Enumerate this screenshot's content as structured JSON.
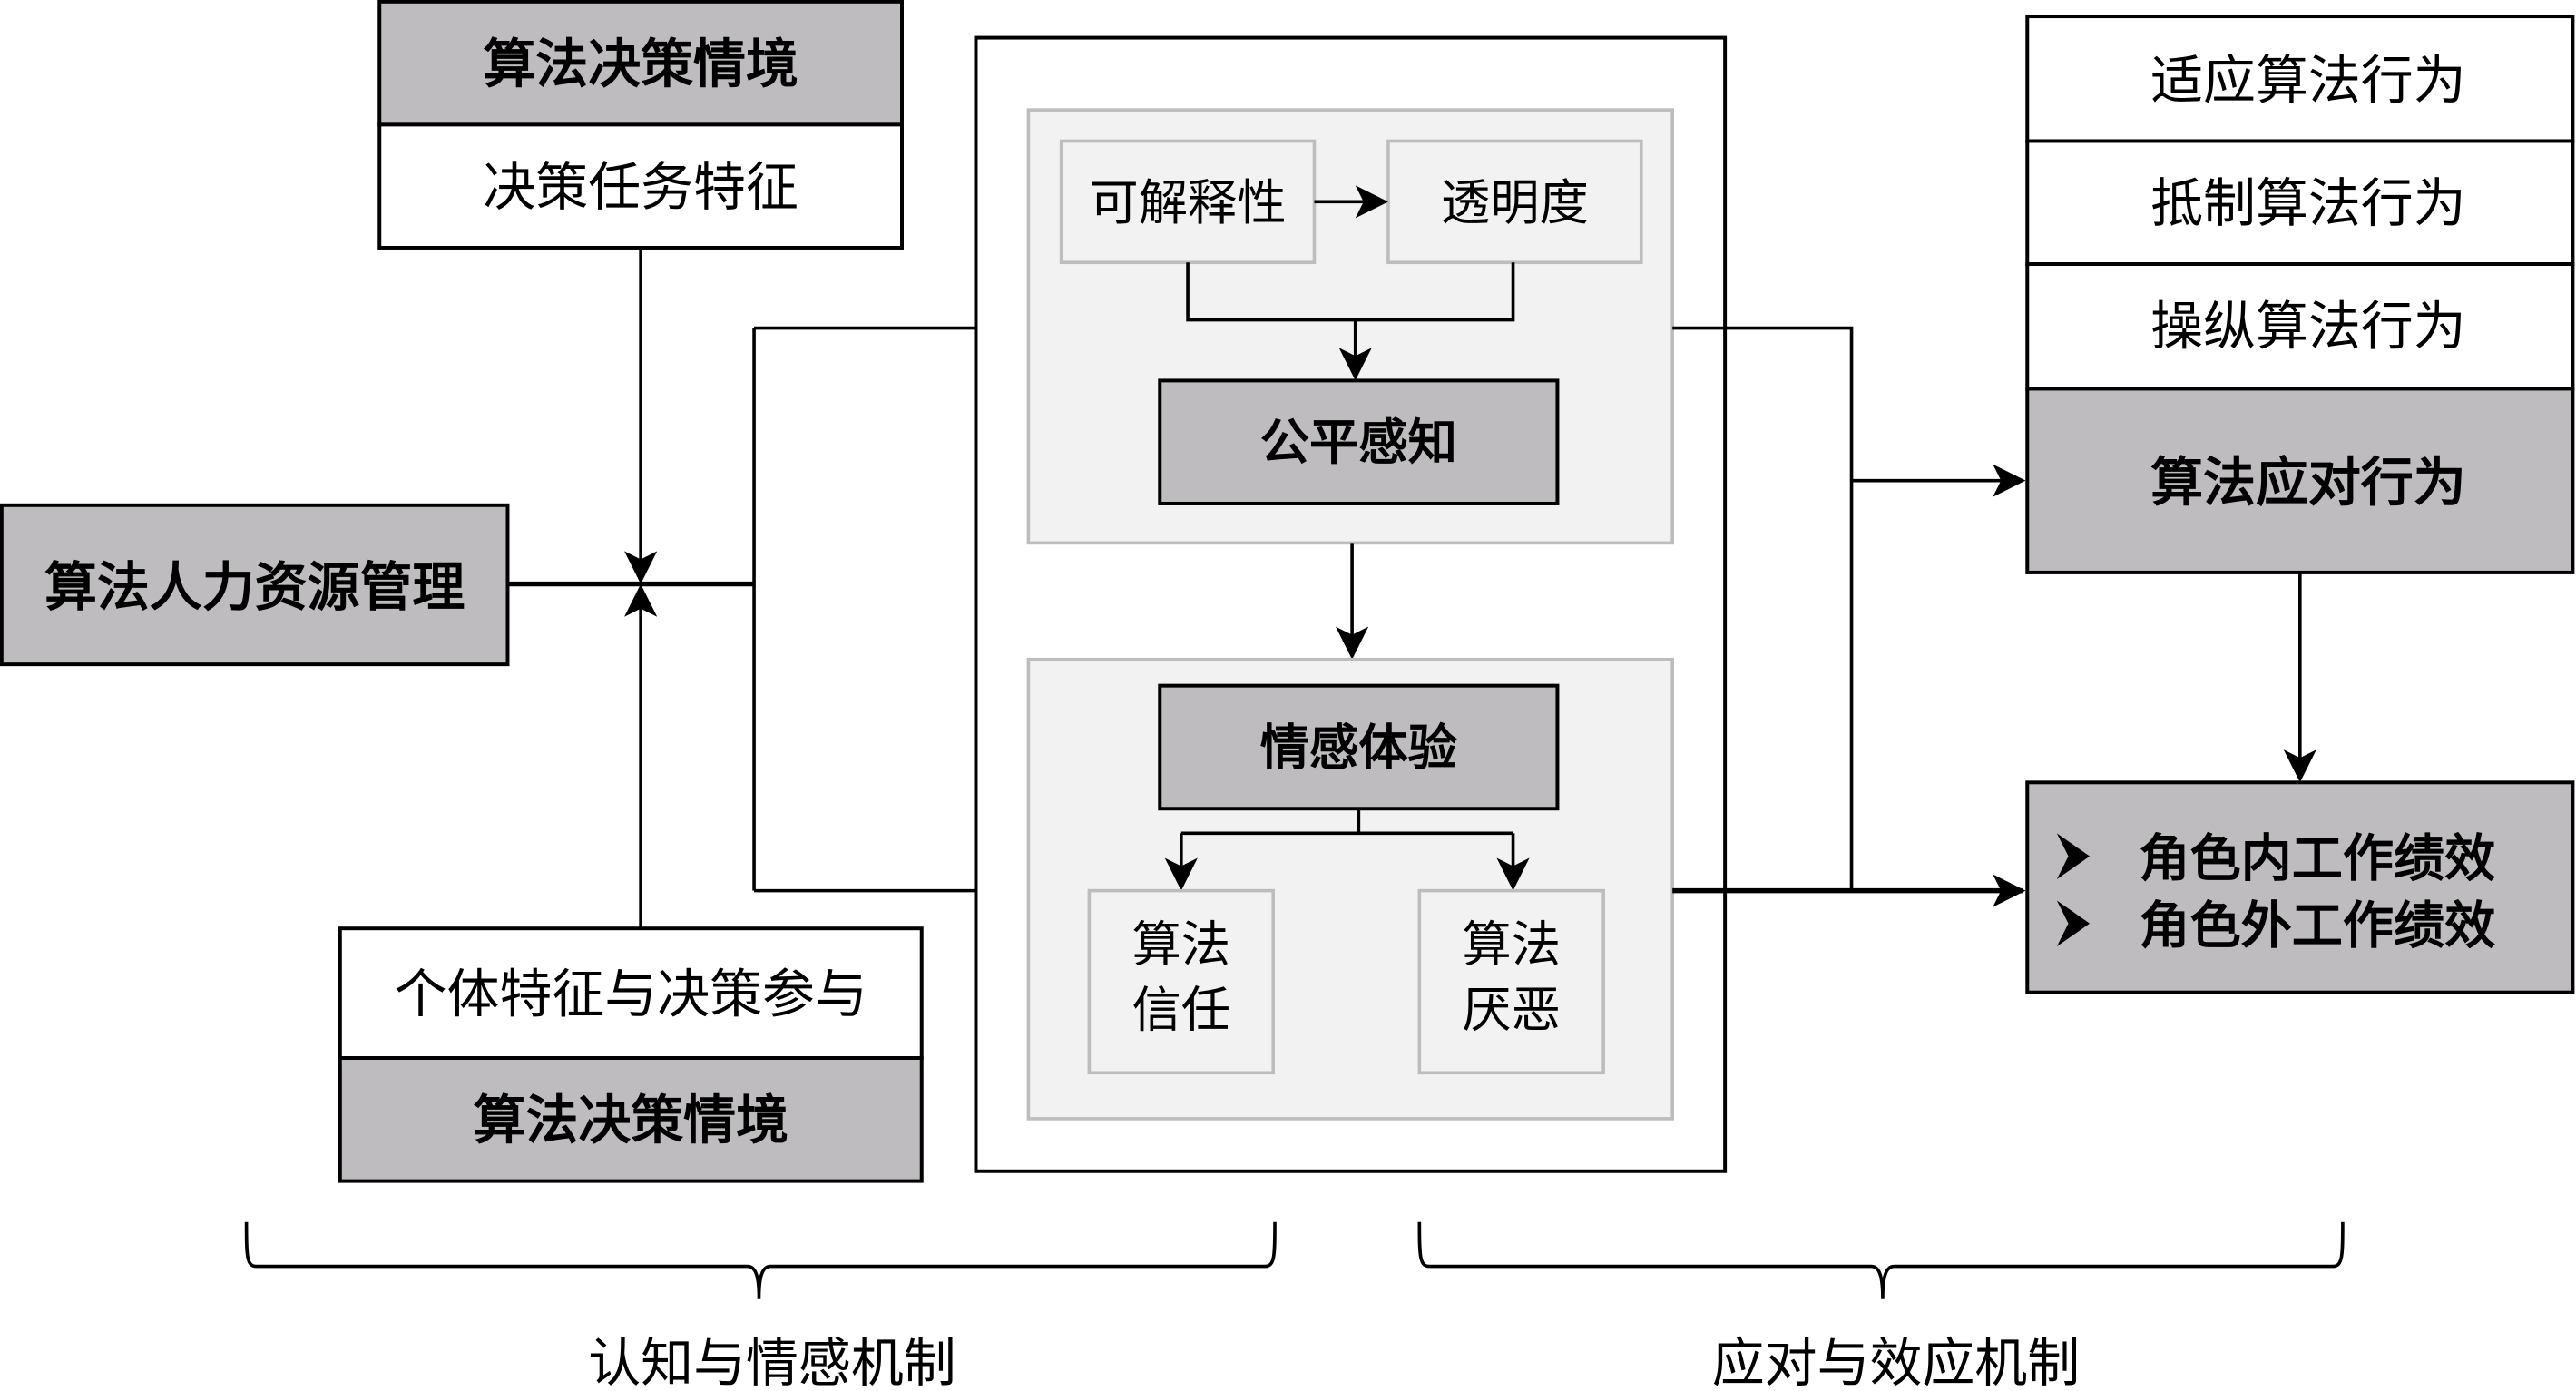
{
  "diagram": {
    "left": {
      "top_context_box": {
        "header": "算法决策情境",
        "body": "决策任务特征"
      },
      "source_box": "算法人力资源管理",
      "bottom_context_box": {
        "body": "个体特征与决策参与",
        "footer": "算法决策情境"
      }
    },
    "center": {
      "cognitive_panel": {
        "explainability": "可解释性",
        "transparency": "透明度",
        "fairness_perception": "公平感知"
      },
      "emotional_panel": {
        "emotional_experience": "情感体验",
        "algorithm_trust": [
          "算法",
          "信任"
        ],
        "algorithm_aversion": [
          "算法",
          "厌恶"
        ]
      }
    },
    "right": {
      "behavior_stack": [
        "适应算法行为",
        "抵制算法行为",
        "操纵算法行为"
      ],
      "behavior_header": "算法应对行为",
      "performance_box": {
        "bullet_icon": "arrowhead-bullet",
        "items": [
          "角色内工作绩效",
          "角色外工作绩效"
        ]
      }
    },
    "braces": {
      "left_label": "认知与情感机制",
      "right_label": "应对与效应机制"
    },
    "colors": {
      "gray_box": "#bebcbf",
      "panel_fill": "#f2f2f2",
      "panel_border": "#bdbdbd",
      "line": "#000000"
    }
  }
}
